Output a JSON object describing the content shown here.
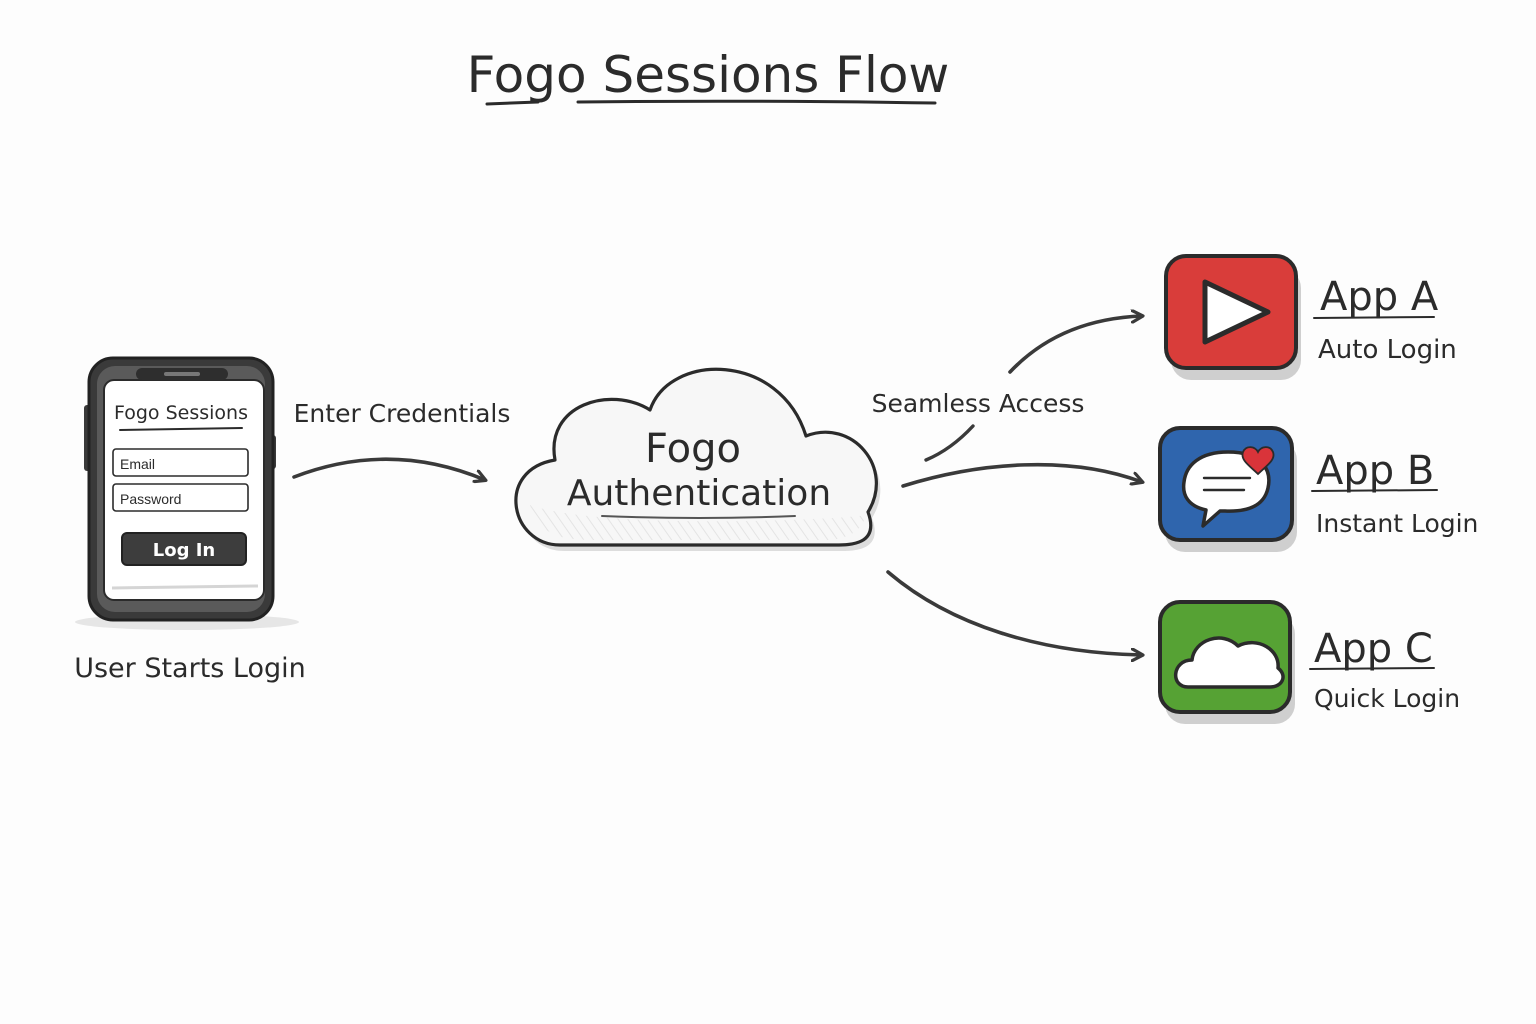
{
  "title": "Fogo Sessions Flow",
  "phone": {
    "screen_title": "Fogo Sessions",
    "email_placeholder": "Email",
    "password_placeholder": "Password",
    "login_button": "Log In",
    "caption": "User Starts Login"
  },
  "edges": {
    "credentials_label": "Enter Credentials",
    "access_label": "Seamless Access"
  },
  "cloud": {
    "line1": "Fogo",
    "line2": "Authentication"
  },
  "apps": [
    {
      "name": "App A",
      "subtitle": "Auto Login",
      "icon": "play-icon",
      "color": "#d93d3a"
    },
    {
      "name": "App B",
      "subtitle": "Instant Login",
      "icon": "chat-heart-icon",
      "color": "#2f65ad"
    },
    {
      "name": "App C",
      "subtitle": "Quick Login",
      "icon": "cloud-icon",
      "color": "#56a234"
    }
  ],
  "colors": {
    "ink": "#2b2b2b",
    "heart": "#d9343a"
  }
}
